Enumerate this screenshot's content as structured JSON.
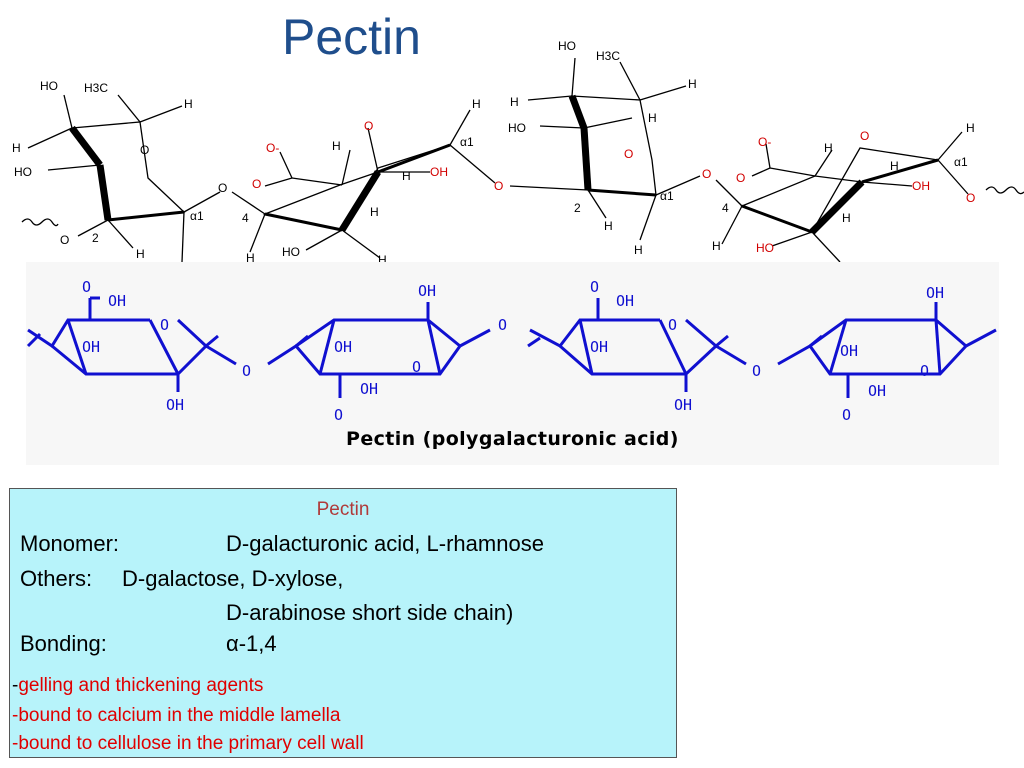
{
  "title": "Pectin",
  "haworth": {
    "atoms": {
      "ho": "HO",
      "h3c": "H3C",
      "h": "H",
      "o": "O",
      "o_minus": "O-",
      "alpha1": "α1",
      "c4": "4",
      "c2": "2",
      "wavy": "~~~"
    }
  },
  "chair": {
    "labels": {
      "o": "O",
      "oh": "OH"
    },
    "caption": "Pectin (polygalacturonic acid)"
  },
  "info_box": {
    "title": "Pectin",
    "monomer_label": "Monomer:",
    "monomer_value": "D-galacturonic acid, L-rhamnose",
    "others_label": "Others:",
    "others_value_1": "D-galactose, D-xylose,",
    "others_value_2": "D-arabinose short side chain)",
    "bonding_label": "Bonding:",
    "bonding_value": "α-1,4",
    "notes": [
      "gelling and thickening agents",
      "bound to calcium in the middle lamella",
      "bound to cellulose in the primary cell wall"
    ],
    "dash": "-"
  },
  "colors": {
    "title": "#1f4e8c",
    "chair_structure": "#1010d0",
    "info_bg": "#b7f3fa",
    "info_title": "#b03a3a",
    "notes": "#e00000",
    "haworth_red": "#d10000"
  }
}
